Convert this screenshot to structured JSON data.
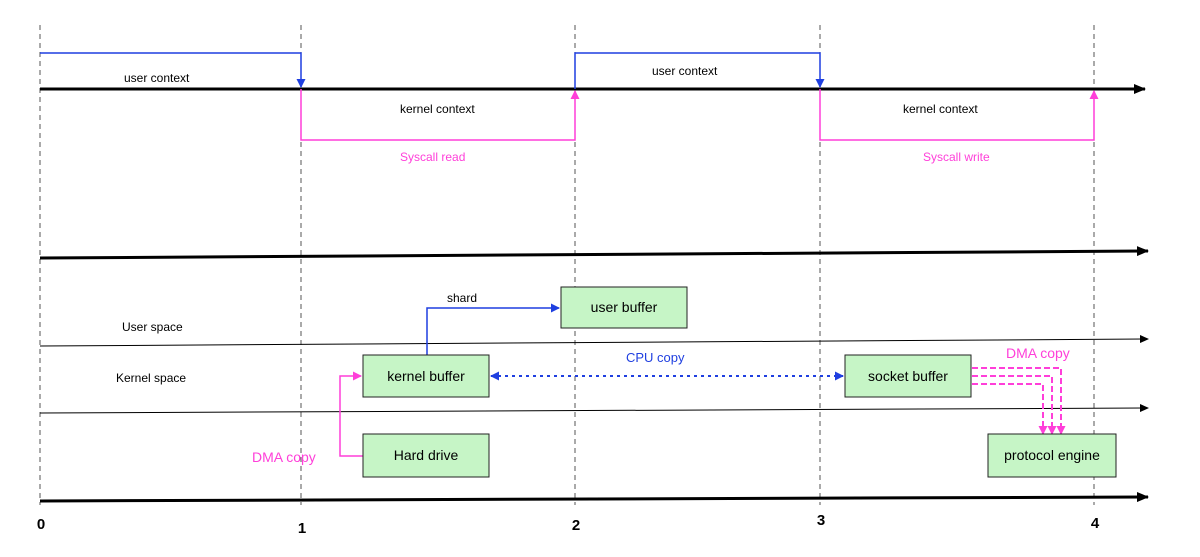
{
  "top": {
    "user_context_1": "user context",
    "user_context_2": "user context",
    "kernel_context_1": "kernel context",
    "kernel_context_2": "kernel context",
    "syscall_read": "Syscall read",
    "syscall_write": "Syscall write"
  },
  "bottom": {
    "user_space": "User space",
    "kernel_space": "Kernel  space",
    "shard": "shard",
    "cpu_copy": "CPU copy",
    "dma_copy_left": "DMA copy",
    "dma_copy_right": "DMA copy"
  },
  "boxes": {
    "user_buffer": "user buffer",
    "kernel_buffer": "kernel buffer",
    "hard_drive": "Hard drive",
    "socket_buffer": "socket buffer",
    "protocol_engine": "protocol engine"
  },
  "ticks": [
    "0",
    "1",
    "2",
    "3",
    "4"
  ],
  "colors": {
    "user_line": "#1f3fe0",
    "kernel_line": "#ff3fd9",
    "box_fill": "#c6f5c6",
    "box_border": "#222222"
  }
}
